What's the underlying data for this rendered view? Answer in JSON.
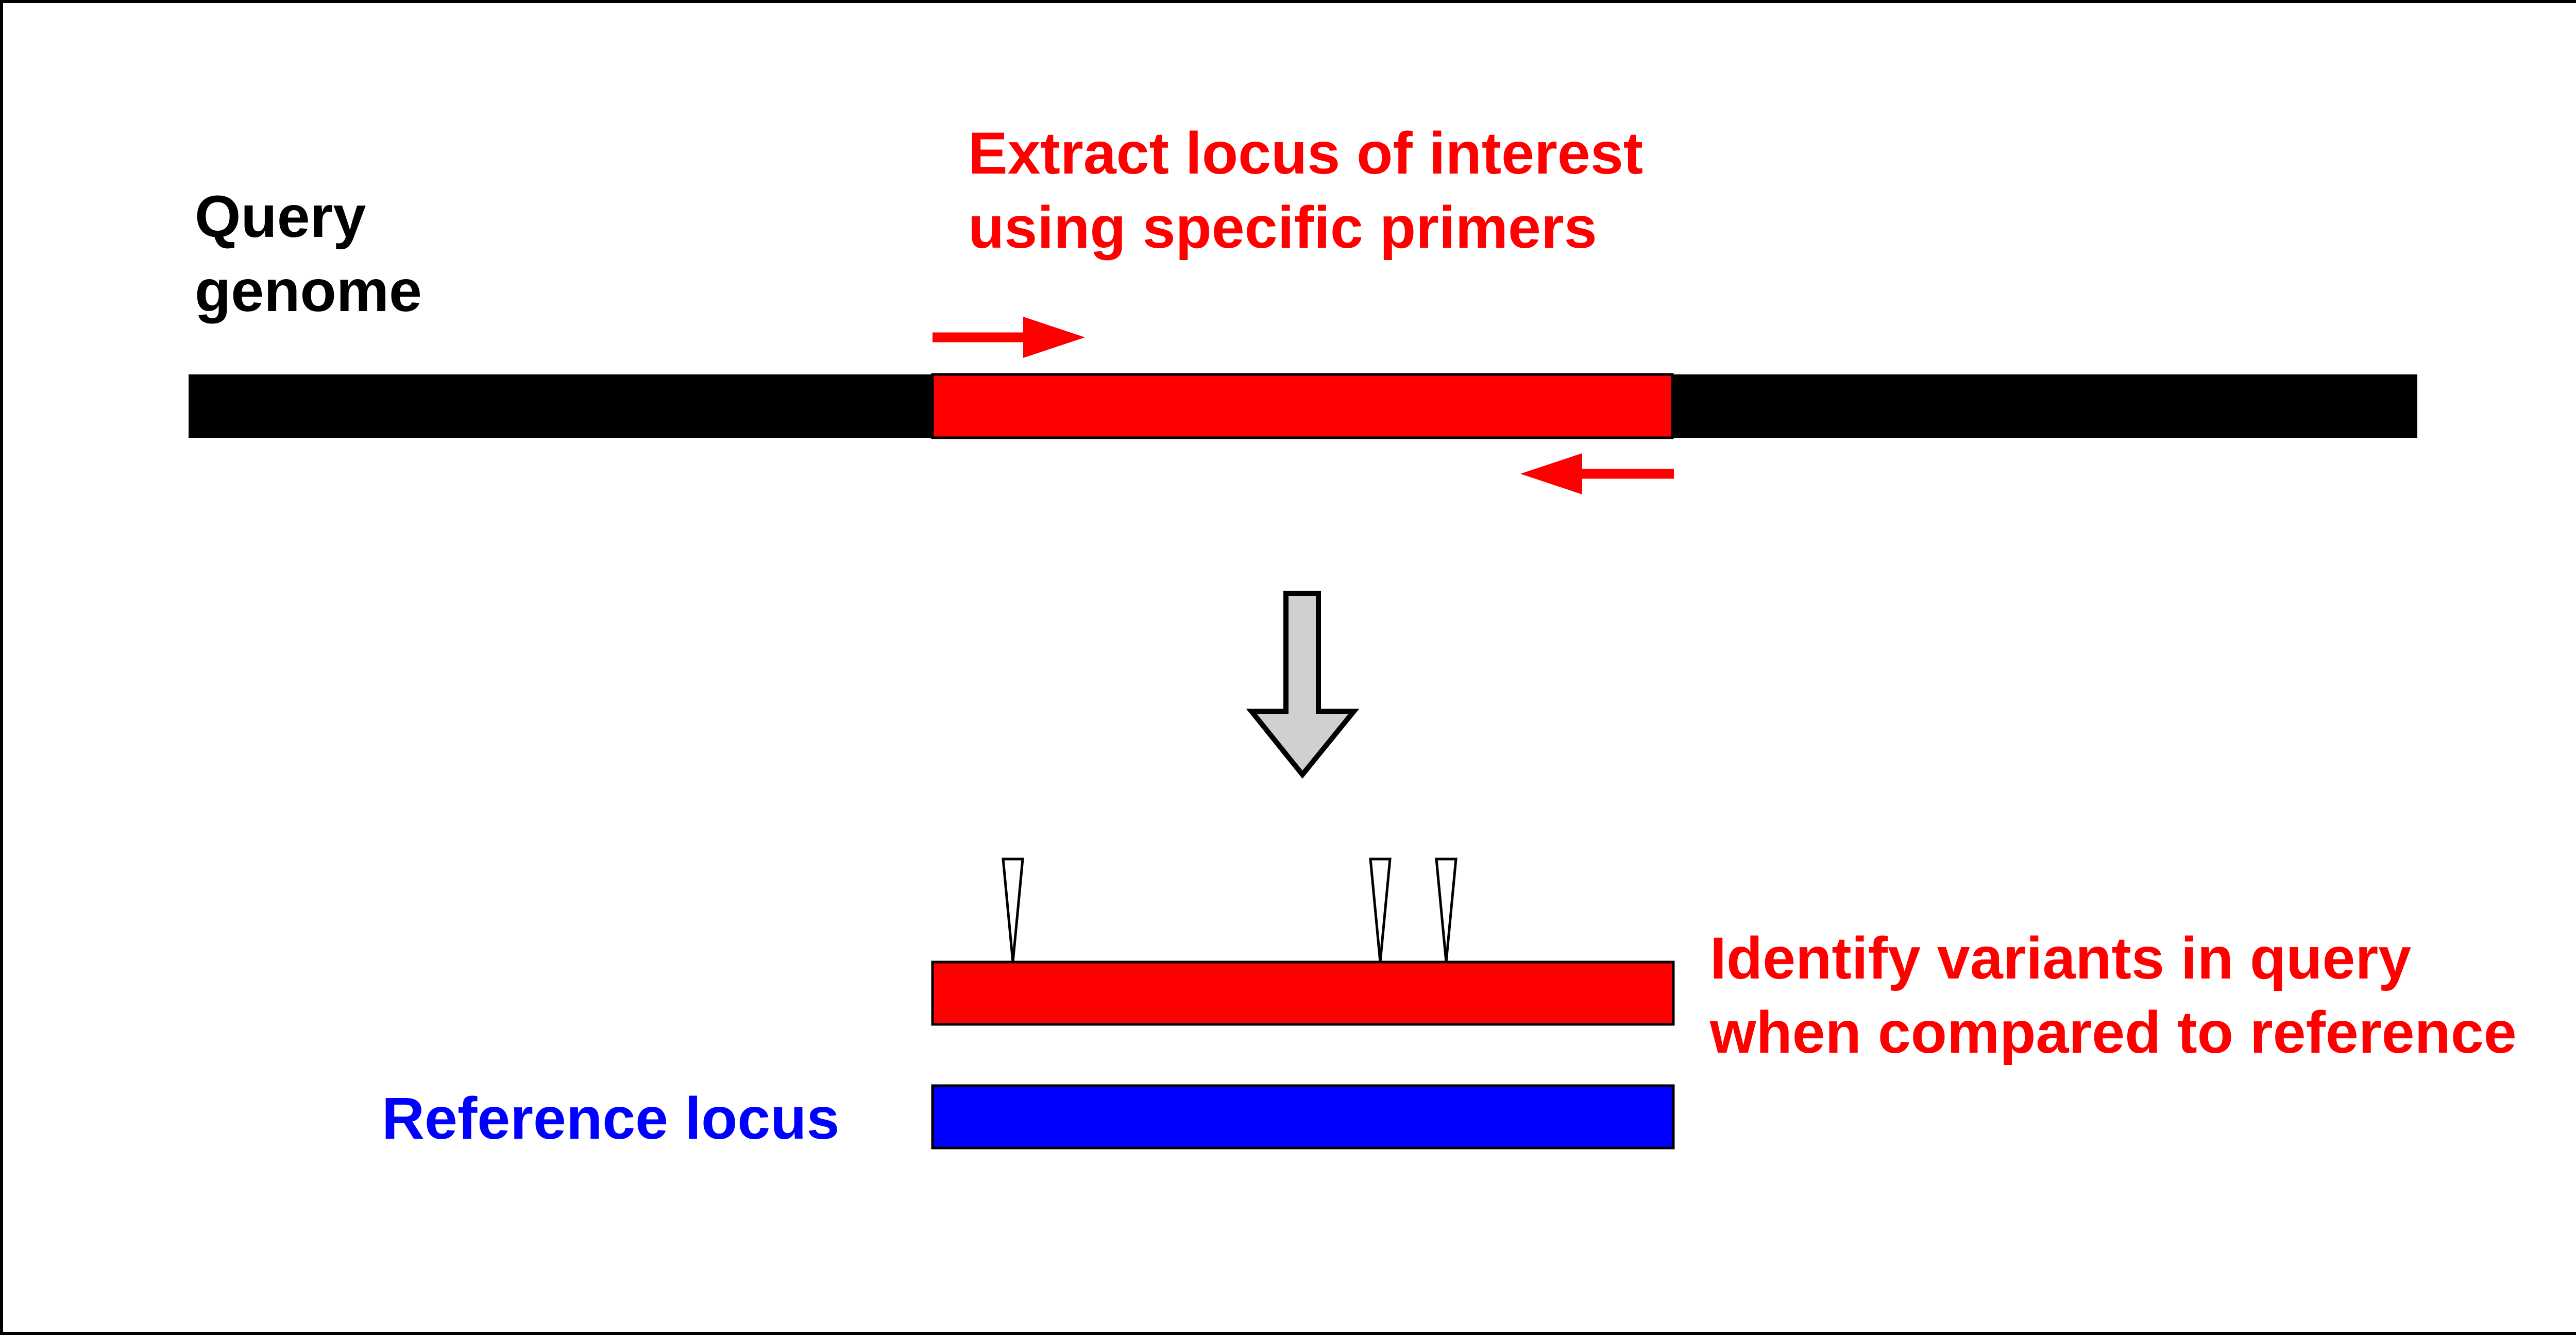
{
  "labels": {
    "query_genome": [
      "Query",
      "genome"
    ],
    "extract": [
      "Extract locus of interest",
      "using specific primers"
    ],
    "identify": [
      "Identify variants in query",
      "when compared to reference"
    ],
    "reference": "Reference locus"
  },
  "colors": {
    "genome": "#000000",
    "locus": "#ff0000",
    "reference": "#0000ff",
    "primer": "#ff0000",
    "flow_arrow_fill": "#d0d0d0",
    "variant_marker_fill": "#ffffff",
    "text_black": "#000000",
    "text_red": "#ff0000",
    "text_blue": "#0000ff"
  },
  "icons": {
    "flow_arrow": "down-arrow-icon",
    "forward_primer": "right-arrow-icon",
    "reverse_primer": "left-arrow-icon",
    "variant_marker": "triangle-marker-icon"
  },
  "variant_marker_count": 3
}
